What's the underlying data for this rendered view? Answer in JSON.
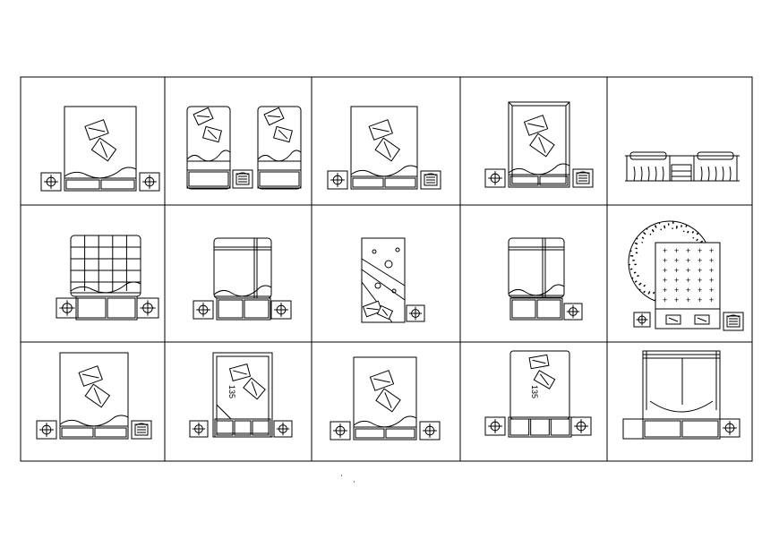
{
  "sheet": {
    "rows": 3,
    "cols": 5,
    "line_color": "#000000",
    "background": "#ffffff"
  },
  "cells": [
    {
      "id": "r1c1",
      "kind": "double-bed-two-pillows-nightstands"
    },
    {
      "id": "r1c2",
      "kind": "twin-single-beds"
    },
    {
      "id": "r1c3",
      "kind": "double-bed-two-pillows-nightstands"
    },
    {
      "id": "r1c4",
      "kind": "double-bed-framed-two-pillows"
    },
    {
      "id": "r1c5",
      "kind": "twin-beds-elevation"
    },
    {
      "id": "r2c1",
      "kind": "bed-tufted-headboard-grid"
    },
    {
      "id": "r2c2",
      "kind": "bed-with-cross-stripe"
    },
    {
      "id": "r2c3",
      "kind": "bed-patterned-cover"
    },
    {
      "id": "r2c4",
      "kind": "bed-with-cross-stripe"
    },
    {
      "id": "r2c5",
      "kind": "bed-with-round-rug"
    },
    {
      "id": "r3c1",
      "kind": "double-bed-two-pillows-nightstands"
    },
    {
      "id": "r3c2",
      "kind": "bed-framed-with-dimension",
      "dimension_label": "135"
    },
    {
      "id": "r3c3",
      "kind": "double-bed-two-pillows-nightstands"
    },
    {
      "id": "r3c4",
      "kind": "bed-with-dimension",
      "dimension_label": "135"
    },
    {
      "id": "r3c5",
      "kind": "bed-canopy-frame"
    }
  ],
  "icons": {
    "nightstand": "nightstand-lamp-icon",
    "phone": "telephone-icon",
    "pillow": "pillow-icon"
  }
}
